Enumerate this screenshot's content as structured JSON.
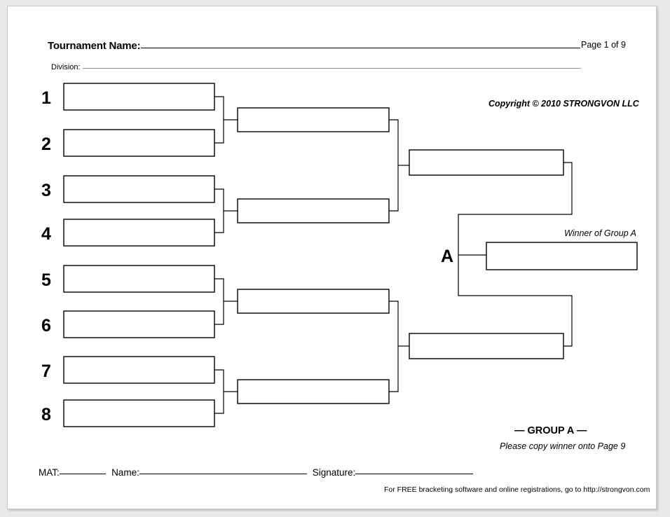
{
  "document": {
    "page_number_text": "Page 1 of 9",
    "copyright": "Copyright © 2010 STRONGVON LLC",
    "site_footer": "For FREE bracketing software and online registrations, go to http://strongvon.com"
  },
  "header": {
    "tournament_label": "Tournament Name:",
    "division_label": "Division:"
  },
  "bracket": {
    "group_letter": "A",
    "winner_caption": "Winner of Group A",
    "group_title": "— GROUP A —",
    "group_note": "Please copy winner onto Page 9",
    "seeds": [
      "1",
      "2",
      "3",
      "4",
      "5",
      "6",
      "7",
      "8"
    ],
    "line_color": "#000000",
    "slot_fill": "#ffffff"
  },
  "signature_row": {
    "mat_label": "MAT:",
    "name_label": "Name:",
    "signature_label": "Signature:"
  }
}
